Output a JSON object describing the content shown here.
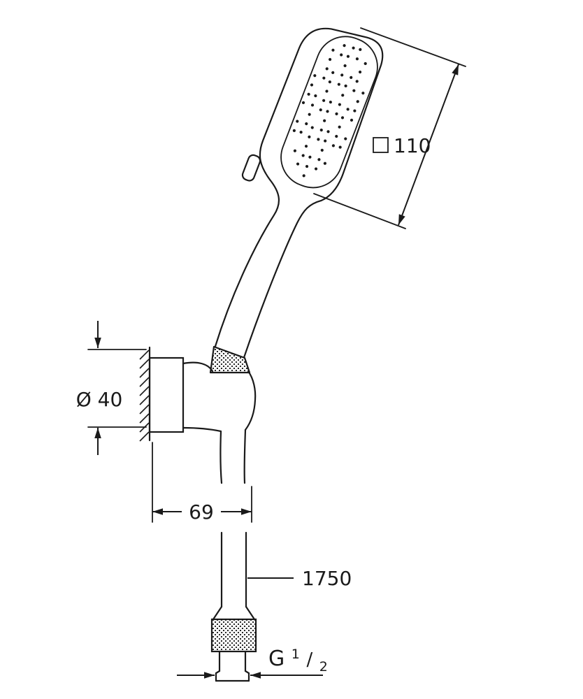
{
  "drawing": {
    "background": "#ffffff",
    "line_color": "#1a1a1a",
    "dimensions": {
      "head_size": {
        "label": "110",
        "symbol": "square"
      },
      "holder_depth": {
        "label": "69"
      },
      "escutcheon_diameter": {
        "label": "Ø 40"
      },
      "hose_length": {
        "label": "1750"
      },
      "thread": {
        "letter": "G",
        "numerator": "1",
        "slash": "/",
        "denominator": "2"
      }
    }
  }
}
